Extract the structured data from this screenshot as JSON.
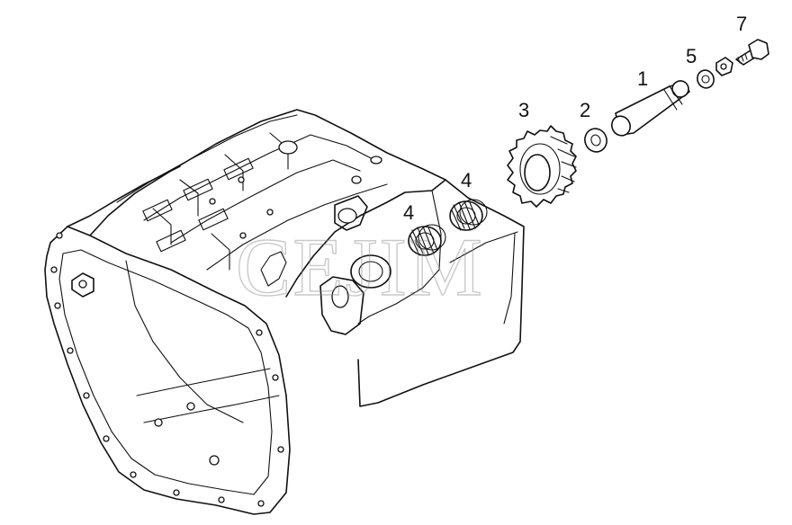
{
  "diagram": {
    "watermark": "CEJIM",
    "callouts": [
      {
        "id": "1",
        "label": "1"
      },
      {
        "id": "2",
        "label": "2"
      },
      {
        "id": "3",
        "label": "3"
      },
      {
        "id": "4a",
        "label": "4"
      },
      {
        "id": "4b",
        "label": "4"
      },
      {
        "id": "5",
        "label": "5"
      },
      {
        "id": "7",
        "label": "7"
      }
    ]
  }
}
